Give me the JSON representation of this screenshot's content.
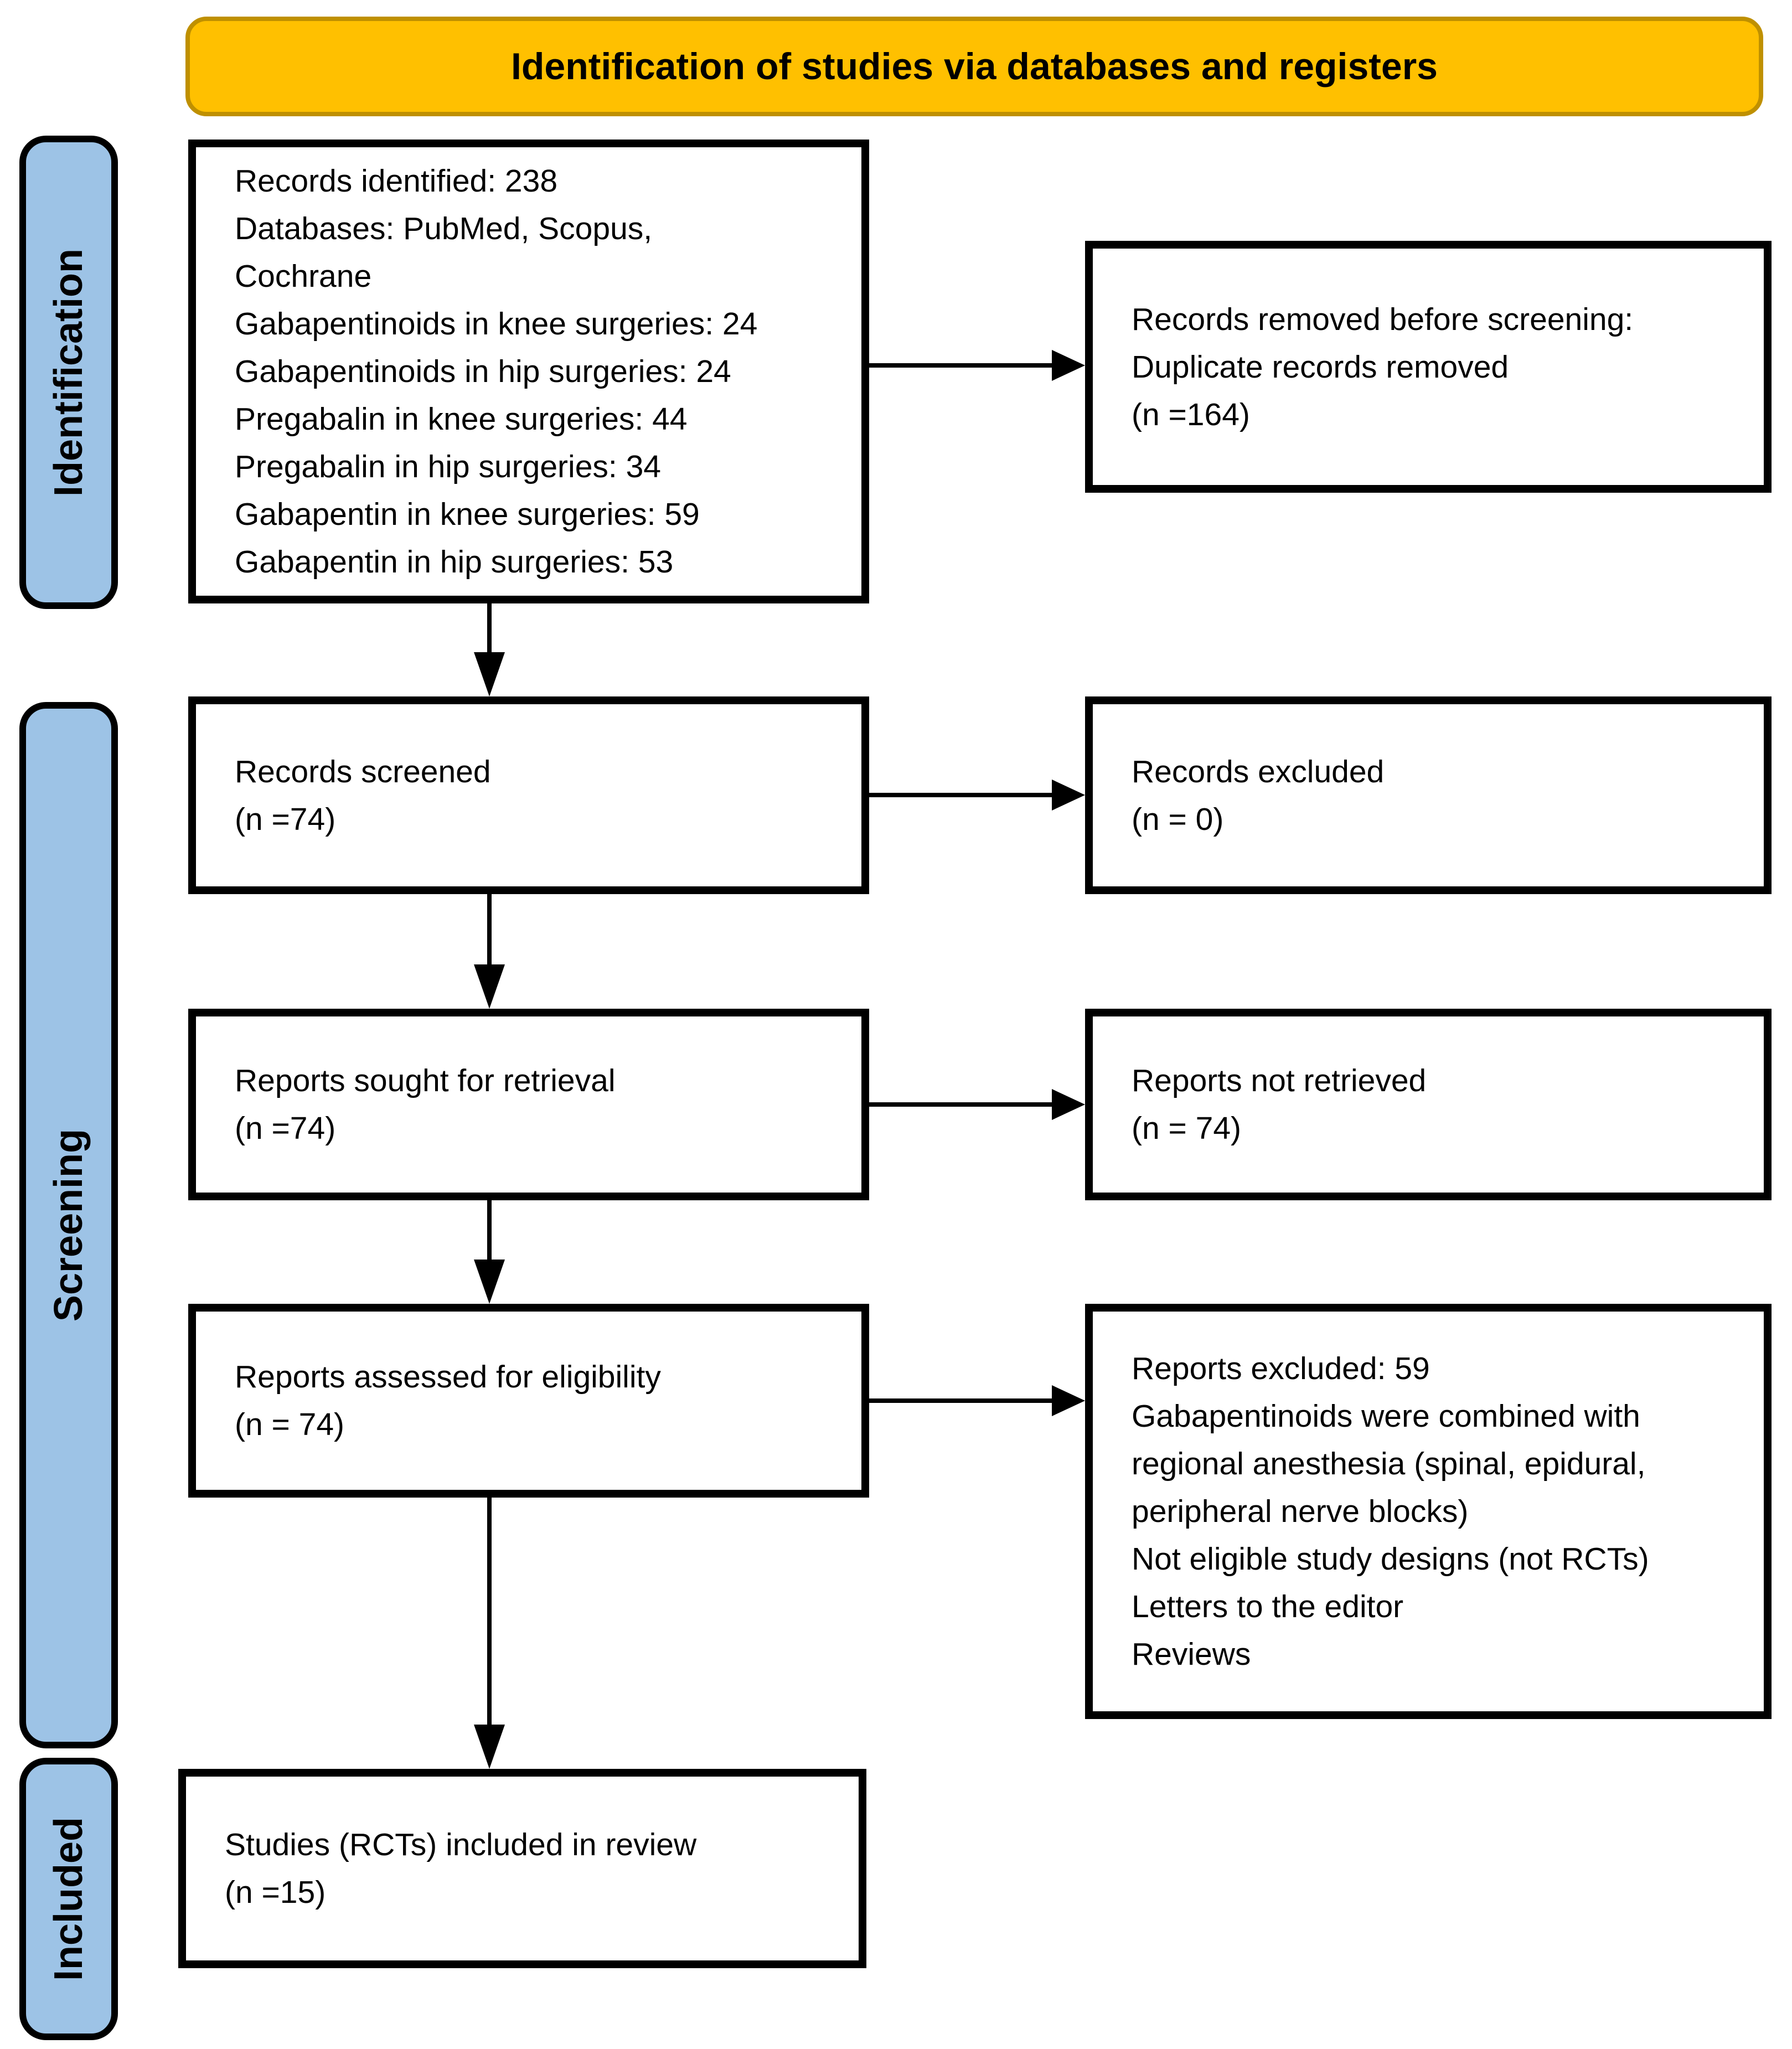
{
  "header": {
    "title": "Identification of studies via databases and registers"
  },
  "rails": {
    "identification": "Identification",
    "screening": "Screening",
    "included": "Included"
  },
  "boxes": {
    "identified": {
      "lines": [
        "Records identified: 238",
        "Databases: PubMed, Scopus,",
        "Cochrane",
        "Gabapentinoids in knee surgeries: 24",
        "Gabapentinoids in hip surgeries: 24",
        "Pregabalin in knee surgeries: 44",
        "Pregabalin in hip surgeries: 34",
        "Gabapentin in knee surgeries: 59",
        "Gabapentin in hip surgeries: 53"
      ]
    },
    "removed": {
      "lines": [
        "Records removed before screening:",
        "Duplicate records removed",
        "(n =164)"
      ]
    },
    "screened": {
      "lines": [
        "Records screened",
        "(n =74)"
      ]
    },
    "excluded": {
      "lines": [
        "Records excluded",
        "(n = 0)"
      ]
    },
    "sought": {
      "lines": [
        "Reports sought for retrieval",
        "(n =74)"
      ]
    },
    "not_retrieved": {
      "lines": [
        "Reports not retrieved",
        "(n = 74)"
      ]
    },
    "assessed": {
      "lines": [
        "Reports assessed for eligibility",
        "(n = 74)"
      ]
    },
    "reports_excluded": {
      "lines": [
        "Reports excluded: 59",
        "Gabapentinoids were combined with",
        "regional anesthesia (spinal, epidural,",
        "peripheral nerve blocks)",
        "Not eligible study designs (not RCTs)",
        "Letters to the editor",
        "Reviews"
      ]
    },
    "included_studies": {
      "lines": [
        "Studies (RCTs) included in review",
        "(n =15)"
      ]
    }
  },
  "colors": {
    "header_fill": "#FFC000",
    "header_border": "#BF9000",
    "rail_fill": "#9DC3E6",
    "box_border": "#000000",
    "arrow_color": "#000000"
  }
}
